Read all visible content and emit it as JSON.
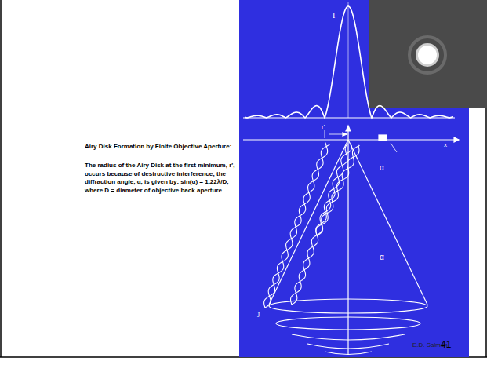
{
  "diagram": {
    "title": "Airy Disk Formation by Finite Objective Aperture:",
    "labels": [
      "The radius of the Airy Disk at the first minimum, r', occurs because of destructive interference; the diffraction angle, α, is given by: sin(α) = 1.22λ/D, where D = diameter of objective back aperture",
      "I",
      "r'",
      "x",
      "α",
      "α",
      "J",
      "E.D. Salmon",
      "41"
    ]
  }
}
